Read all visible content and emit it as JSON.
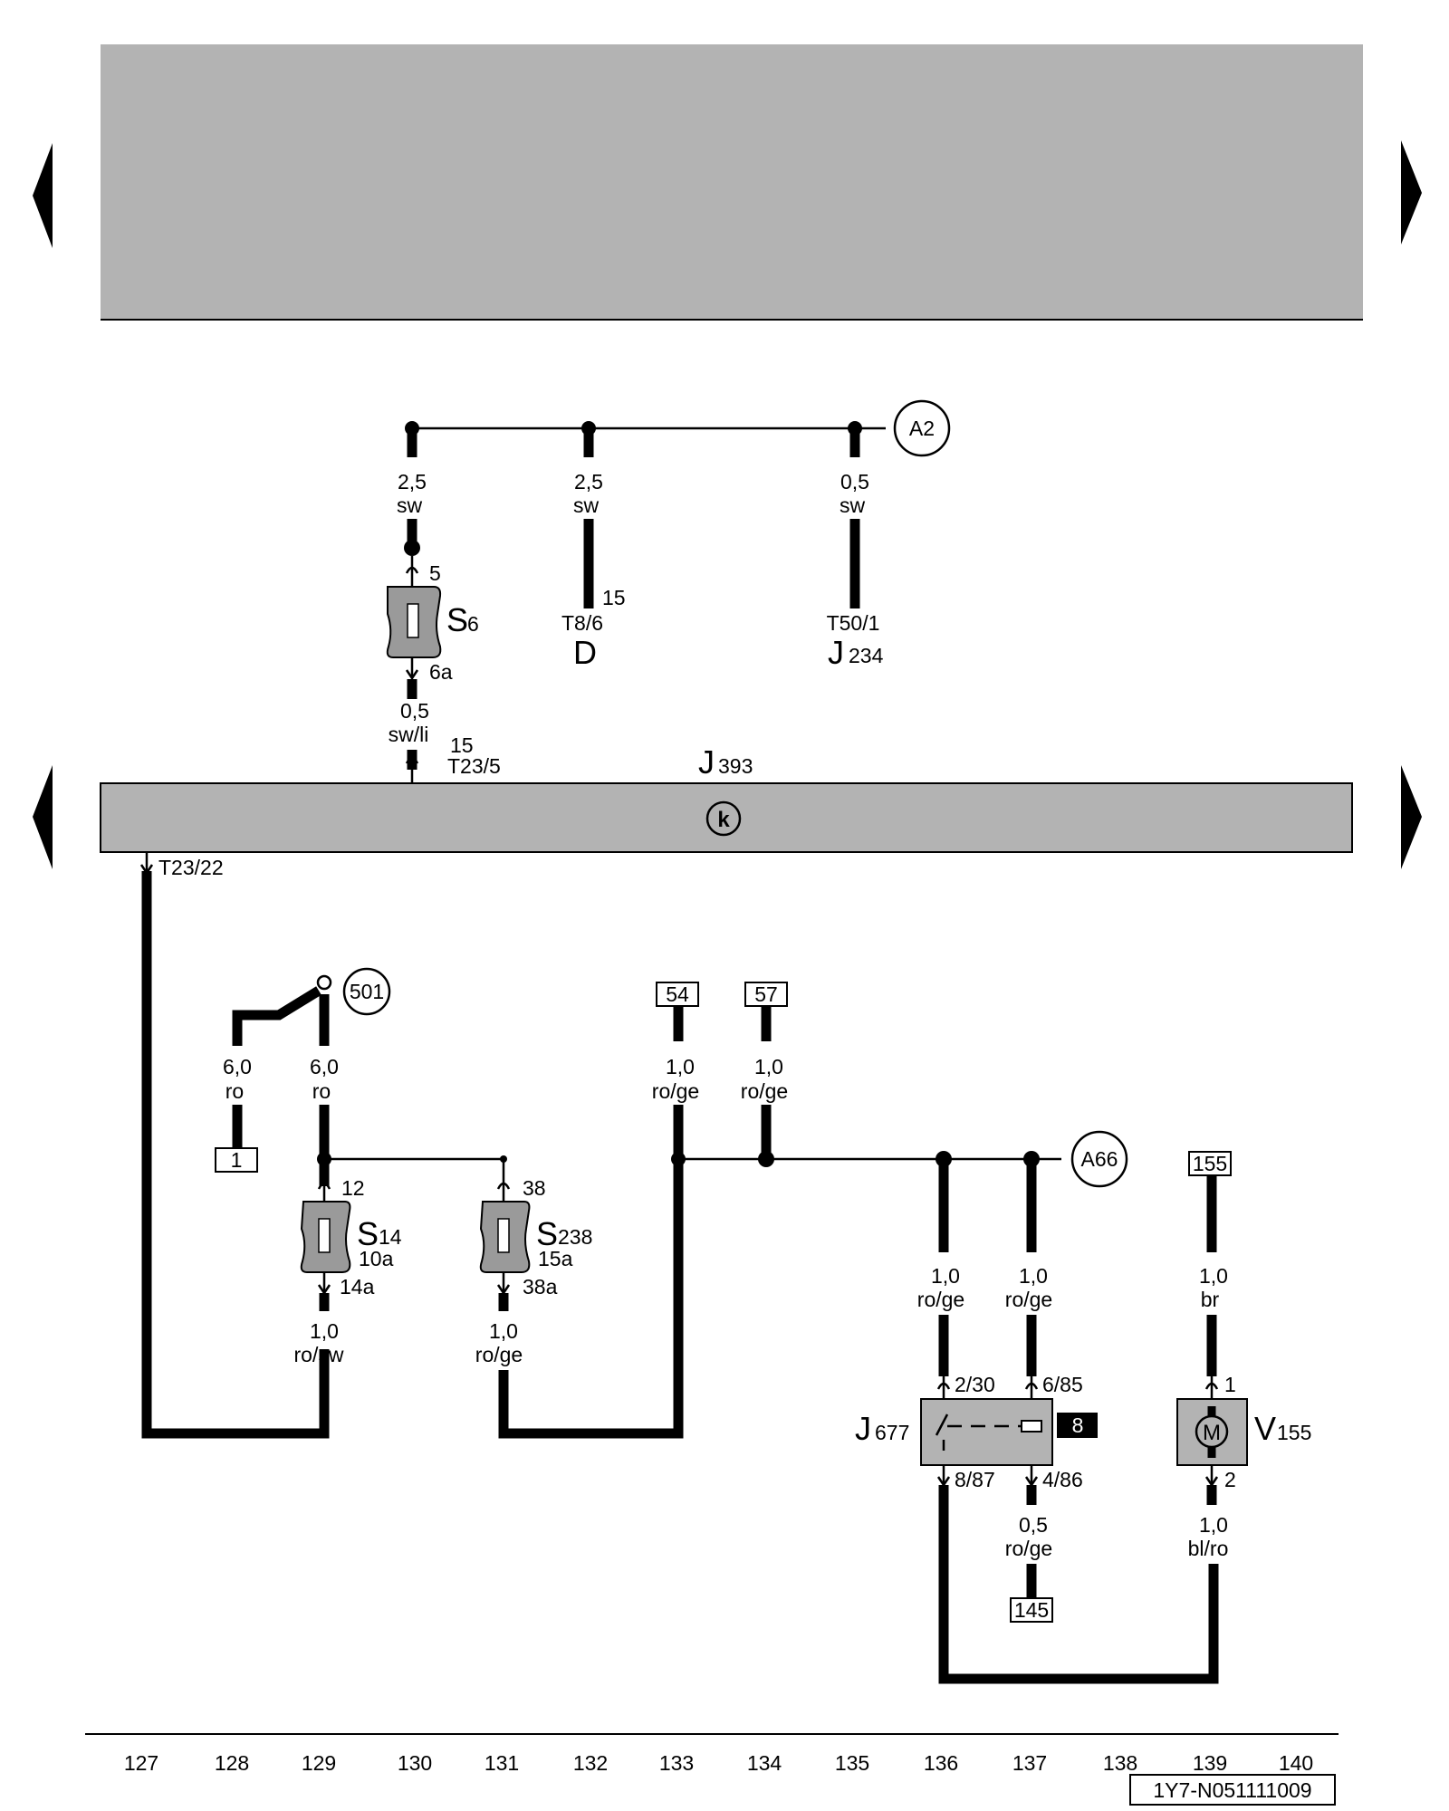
{
  "nav": {
    "arrow_left": "left-arrow",
    "arrow_right": "right-arrow"
  },
  "connectors": {
    "a2": "A2",
    "a66": "A66",
    "c501": "501"
  },
  "wires": {
    "w1": [
      "2,5",
      "sw"
    ],
    "w2": [
      "2,5",
      "sw"
    ],
    "w3": [
      "0,5",
      "sw"
    ],
    "w4": [
      "0,5",
      "sw/li"
    ],
    "w5": [
      "6,0",
      "ro"
    ],
    "w6": [
      "6,0",
      "ro"
    ],
    "w7": [
      "1,0",
      "ro/ge"
    ],
    "w8": [
      "1,0",
      "ro/ge"
    ],
    "w9": [
      "1,0",
      "ro/sw"
    ],
    "w10": [
      "1,0",
      "ro/ge"
    ],
    "w11": [
      "1,0",
      "ro/ge"
    ],
    "w12": [
      "1,0",
      "ro/ge"
    ],
    "w13": [
      "1,0",
      "br"
    ],
    "w14": [
      "0,5",
      "ro/ge"
    ],
    "w15": [
      "1,0",
      "bl/ro"
    ]
  },
  "pins": {
    "s6_in": "5",
    "s6_out": "6a",
    "d_term": "15",
    "d_pin": "T8/6",
    "j234_pin": "T50/1",
    "j393_in_num": "15",
    "j393_in": "T23/5",
    "j393_out": "T23/22",
    "s14_in": "12",
    "s14_out": "14a",
    "s14_rating": "10a",
    "s238_in": "38",
    "s238_out": "38a",
    "s238_rating": "15a",
    "j677_30": "2/30",
    "j677_85": "6/85",
    "j677_87": "8/87",
    "j677_86": "4/86",
    "v155_1": "1",
    "v155_2": "2"
  },
  "components": {
    "s6": {
      "letter": "S",
      "sub": "6"
    },
    "d": {
      "letter": "D"
    },
    "j234": {
      "letter": "J",
      "sub": "234"
    },
    "j393": {
      "letter": "J",
      "sub": "393"
    },
    "s14": {
      "letter": "S",
      "sub": "14"
    },
    "s238": {
      "letter": "S",
      "sub": "238"
    },
    "j677": {
      "letter": "J",
      "sub": "677"
    },
    "v155": {
      "letter": "V",
      "sub": "155",
      "motor_symbol": "M"
    },
    "j393_symbol": "k"
  },
  "refs": {
    "r1": "1",
    "r54": "54",
    "r57": "57",
    "r155": "155",
    "r145": "145",
    "relay_pos": "8"
  },
  "columns": [
    "127",
    "128",
    "129",
    "130",
    "131",
    "132",
    "133",
    "134",
    "135",
    "136",
    "137",
    "138",
    "139",
    "140"
  ],
  "doc_id": "1Y7-N051111009",
  "colors": {
    "panel": "#b3b3b3",
    "fuse": "#9a9a9a",
    "wire": "#000000"
  }
}
